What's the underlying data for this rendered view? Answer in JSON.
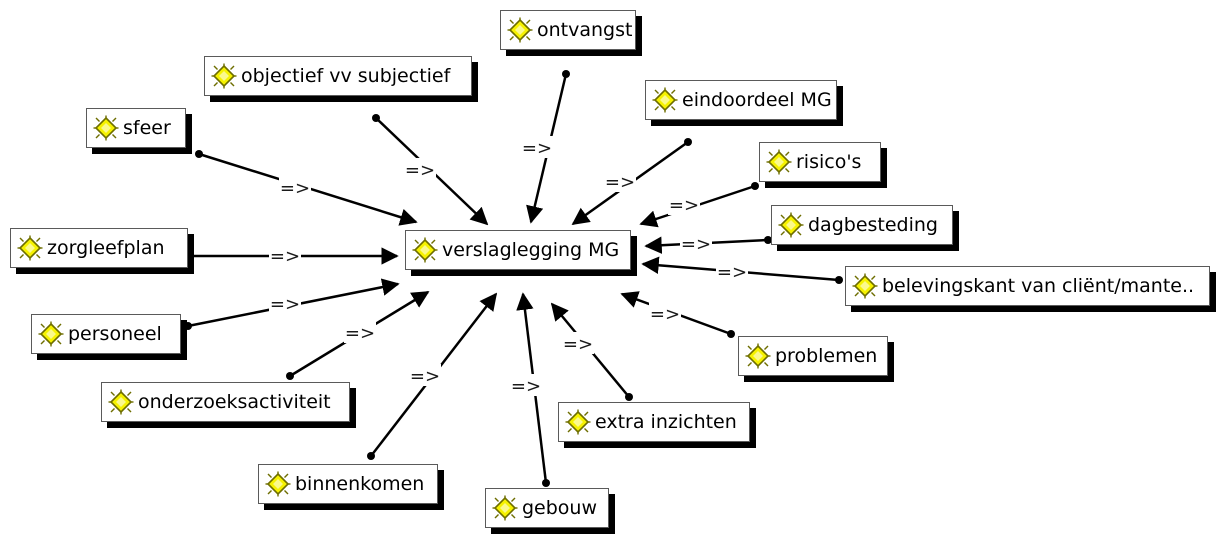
{
  "diagram": {
    "center": {
      "id": "verslaglegging",
      "label": "verslaglegging MG"
    },
    "edge_label": "=>",
    "nodes": [
      {
        "id": "ontvangst",
        "label": "ontvangst"
      },
      {
        "id": "objectief",
        "label": "objectief vv subjectief"
      },
      {
        "id": "eindoordeel",
        "label": "eindoordeel MG"
      },
      {
        "id": "sfeer",
        "label": "sfeer"
      },
      {
        "id": "risicos",
        "label": "risico's"
      },
      {
        "id": "dagbesteding",
        "label": "dagbesteding"
      },
      {
        "id": "zorgleefplan",
        "label": "zorgleefplan"
      },
      {
        "id": "belevingskant",
        "label": "belevingskant van cliënt/mante.."
      },
      {
        "id": "personeel",
        "label": "personeel"
      },
      {
        "id": "problemen",
        "label": "problemen"
      },
      {
        "id": "onderzoeksactiviteit",
        "label": "onderzoeksactiviteit"
      },
      {
        "id": "extra",
        "label": "extra inzichten"
      },
      {
        "id": "binnenkomen",
        "label": "binnenkomen"
      },
      {
        "id": "gebouw",
        "label": "gebouw"
      }
    ]
  },
  "colors": {
    "icon_fill": "#f6f200",
    "icon_stroke": "#6e6e00",
    "edge": "#000000",
    "shadow": "#000000"
  },
  "icon": "code-node-icon"
}
